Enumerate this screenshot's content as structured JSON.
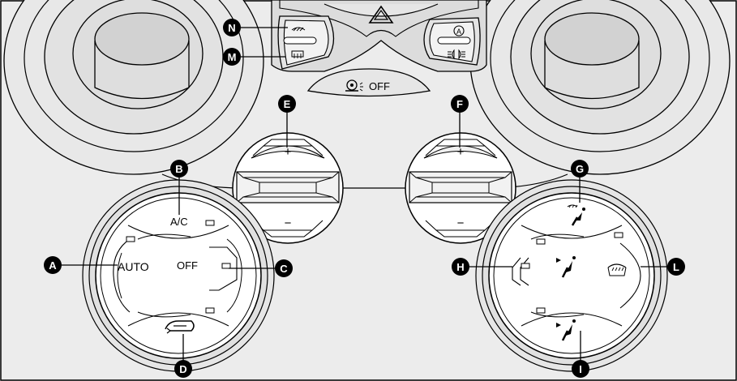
{
  "colors": {
    "panel": "#ececec",
    "panel_dark": "#d6d6d6",
    "line": "#000000",
    "badge": "#000000",
    "knob_face": "#ffffff"
  },
  "buttons": {
    "auto": "AUTO",
    "ac": "A/C",
    "off": "OFF",
    "plus": "+",
    "minus": "−",
    "recirc_off": "OFF"
  },
  "badges": {
    "A": "A",
    "B": "B",
    "C": "C",
    "D": "D",
    "E": "E",
    "F": "F",
    "G": "G",
    "H": "H",
    "I": "I",
    "L": "L",
    "M": "M",
    "N": "N"
  },
  "icons": {
    "hazard": "hazard-triangle-icon",
    "windshield_defrost": "windshield-defrost-icon",
    "rear_defrost": "rear-window-defrost-icon",
    "auto_headlight": "auto-headlight-icon",
    "recirculation": "air-recirculation-icon",
    "windshield_feet": "windshield-and-feet-airflow-icon",
    "face_vent": "face-airflow-icon",
    "feet_vent": "feet-airflow-icon",
    "max_defrost": "max-defrost-icon"
  },
  "auto_headlight_letter": "A"
}
